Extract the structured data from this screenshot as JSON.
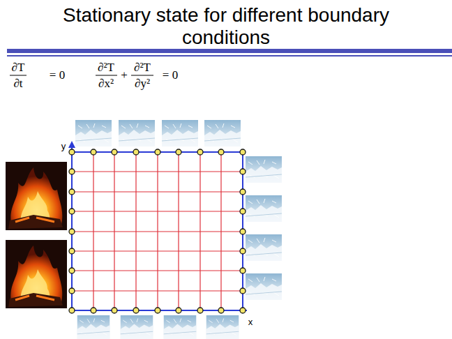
{
  "diagram": {
    "title": "Stationary state for different boundary conditions",
    "labels": [
      "∂T",
      "∂t",
      "= 0",
      "∂²T",
      "∂x²",
      "+",
      "∂²T",
      "∂y²",
      "= 0",
      "y",
      "x"
    ]
  }
}
